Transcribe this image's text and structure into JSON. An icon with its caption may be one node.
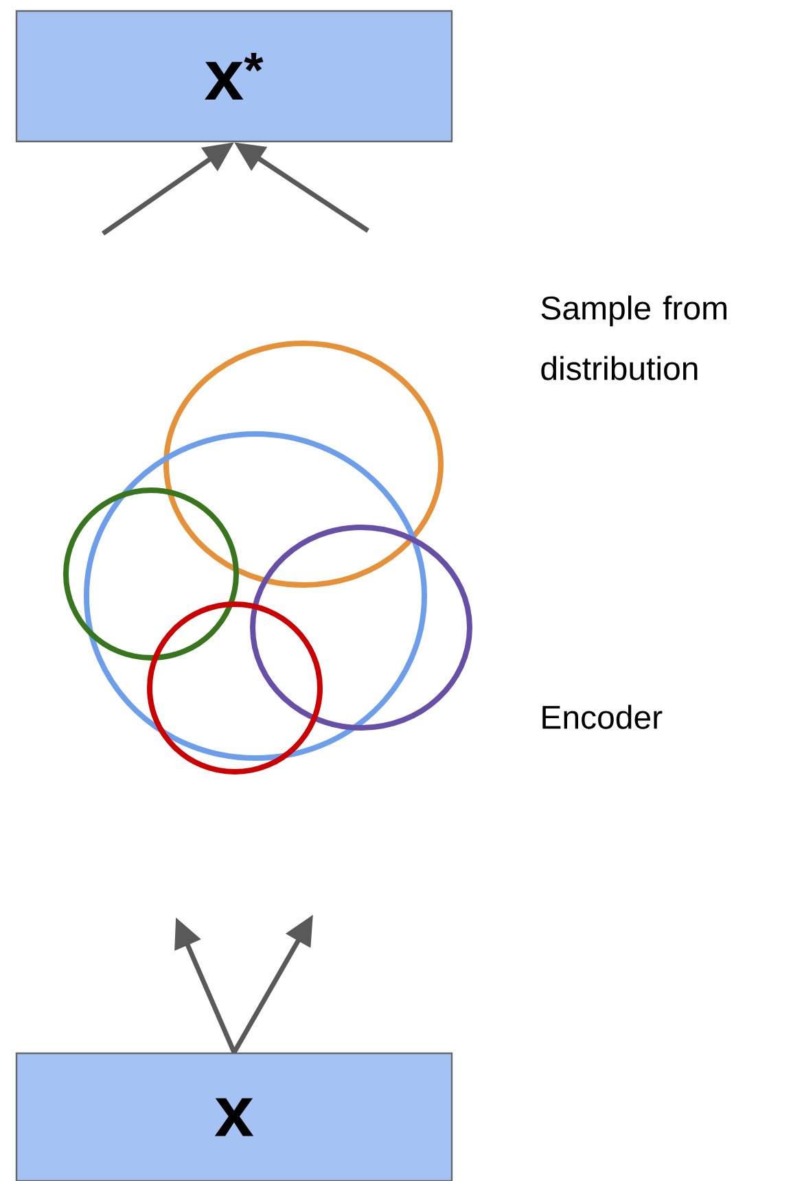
{
  "diagram": {
    "nodes": [
      {
        "text": [
          "x$^{*}$"
        ]
      },
      {
        "text": [],
        "shape": "circle"
      },
      {
        "text": [],
        "shape": "circle"
      },
      {
        "text": [],
        "shape": "circle"
      },
      {
        "text": [],
        "shape": "circle"
      },
      {
        "text": [],
        "shape": "circle"
      },
      {
        "text": [
          "x"
        ]
      }
    ],
    "edges": [
      {
        "from": null,
        "to": 0,
        "arrow": "to"
      },
      {
        "from": null,
        "to": 0,
        "arrow": "to"
      },
      {
        "from": 6,
        "to": null,
        "arrow": "to"
      },
      {
        "from": 6,
        "to": null,
        "arrow": "to"
      }
    ],
    "labels": [
      "Sample from distribution",
      "Encoder"
    ]
  }
}
